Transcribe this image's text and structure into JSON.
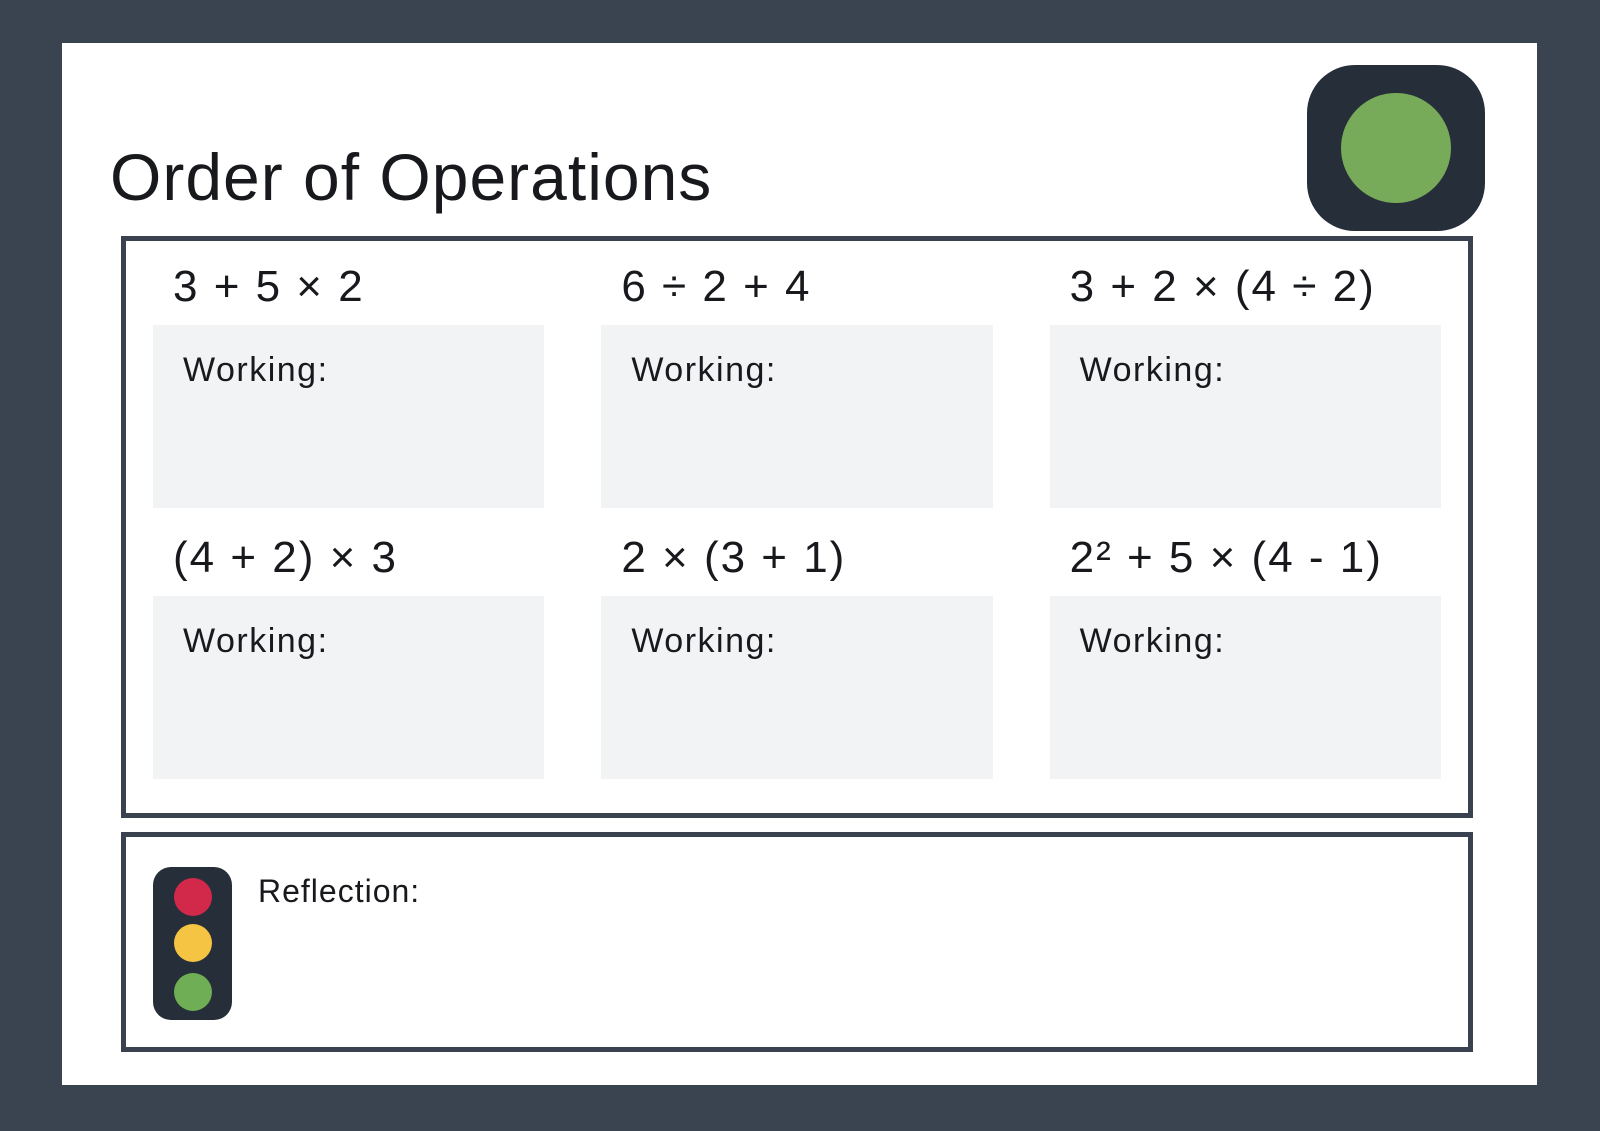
{
  "title": "Order of Operations",
  "logo": {
    "icon": "green-circle-badge"
  },
  "worksheet": {
    "problems": [
      {
        "expression": "3 + 5 × 2",
        "working_label": "Working:"
      },
      {
        "expression": "6 ÷ 2 + 4",
        "working_label": "Working:"
      },
      {
        "expression": "3 + 2 × (4 ÷ 2)",
        "working_label": "Working:"
      },
      {
        "expression": "(4 + 2) × 3",
        "working_label": "Working:"
      },
      {
        "expression": "2 × (3 + 1)",
        "working_label": "Working:"
      },
      {
        "expression": "2² + 5 × (4 - 1)",
        "working_label": "Working:"
      }
    ]
  },
  "reflection": {
    "label": "Reflection:",
    "icon": "traffic-light"
  },
  "colors": {
    "background": "#3a4450",
    "panel_border": "#39424e",
    "card": "#ffffff",
    "working_box": "#f2f3f5",
    "icon_dark": "#262f39",
    "logo_green": "#77ab59",
    "traffic_red": "#d2294b",
    "traffic_yellow": "#f6c443",
    "traffic_green": "#6fae54",
    "text": "#17191c"
  }
}
